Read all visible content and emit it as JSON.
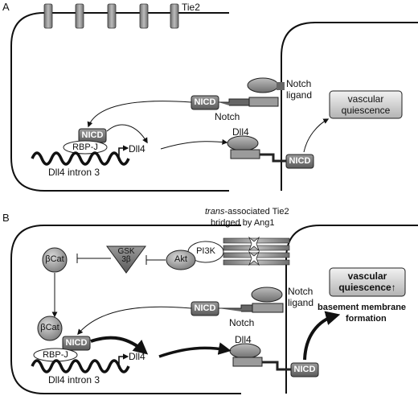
{
  "panel_a": {
    "label": "A",
    "tie2": "Tie2",
    "nicd_receptor": "NICD",
    "notch": "Notch",
    "notch_ligand_1": "Notch",
    "notch_ligand_2": "ligand",
    "nicd_nucleus": "NICD",
    "rbpj": "RBP-J",
    "dll4_gene": "Dll4",
    "intron": "Dll4 intron 3",
    "dll4_ligand": "Dll4",
    "nicd_right": "NICD",
    "quiescence_1": "vascular",
    "quiescence_2": "quiescence"
  },
  "panel_b": {
    "label": "B",
    "trans_italic": "trans",
    "trans_rest": "-associated Tie2",
    "bridged": "bridged by Ang1",
    "bcat_top": "βCat",
    "gsk_1": "GSK",
    "gsk_2": "3β",
    "akt": "Akt",
    "pi3k": "PI3K",
    "nicd_receptor": "NICD",
    "notch": "Notch",
    "notch_ligand_1": "Notch",
    "notch_ligand_2": "ligand",
    "bcat_nucleus": "βCat",
    "nicd_nucleus": "NICD",
    "rbpj": "RBP-J",
    "dll4_gene": "Dll4",
    "intron": "Dll4 intron 3",
    "dll4_ligand": "Dll4",
    "nicd_right": "NICD",
    "quiescence_1": "vascular",
    "quiescence_2": "quiescence↑",
    "membrane_1": "basement membrane",
    "membrane_2": "formation"
  },
  "colors": {
    "box_dark": "#7a7a7a",
    "box_mid": "#a9a9a9",
    "box_light": "#d9d9d9",
    "stroke": "#111111"
  }
}
